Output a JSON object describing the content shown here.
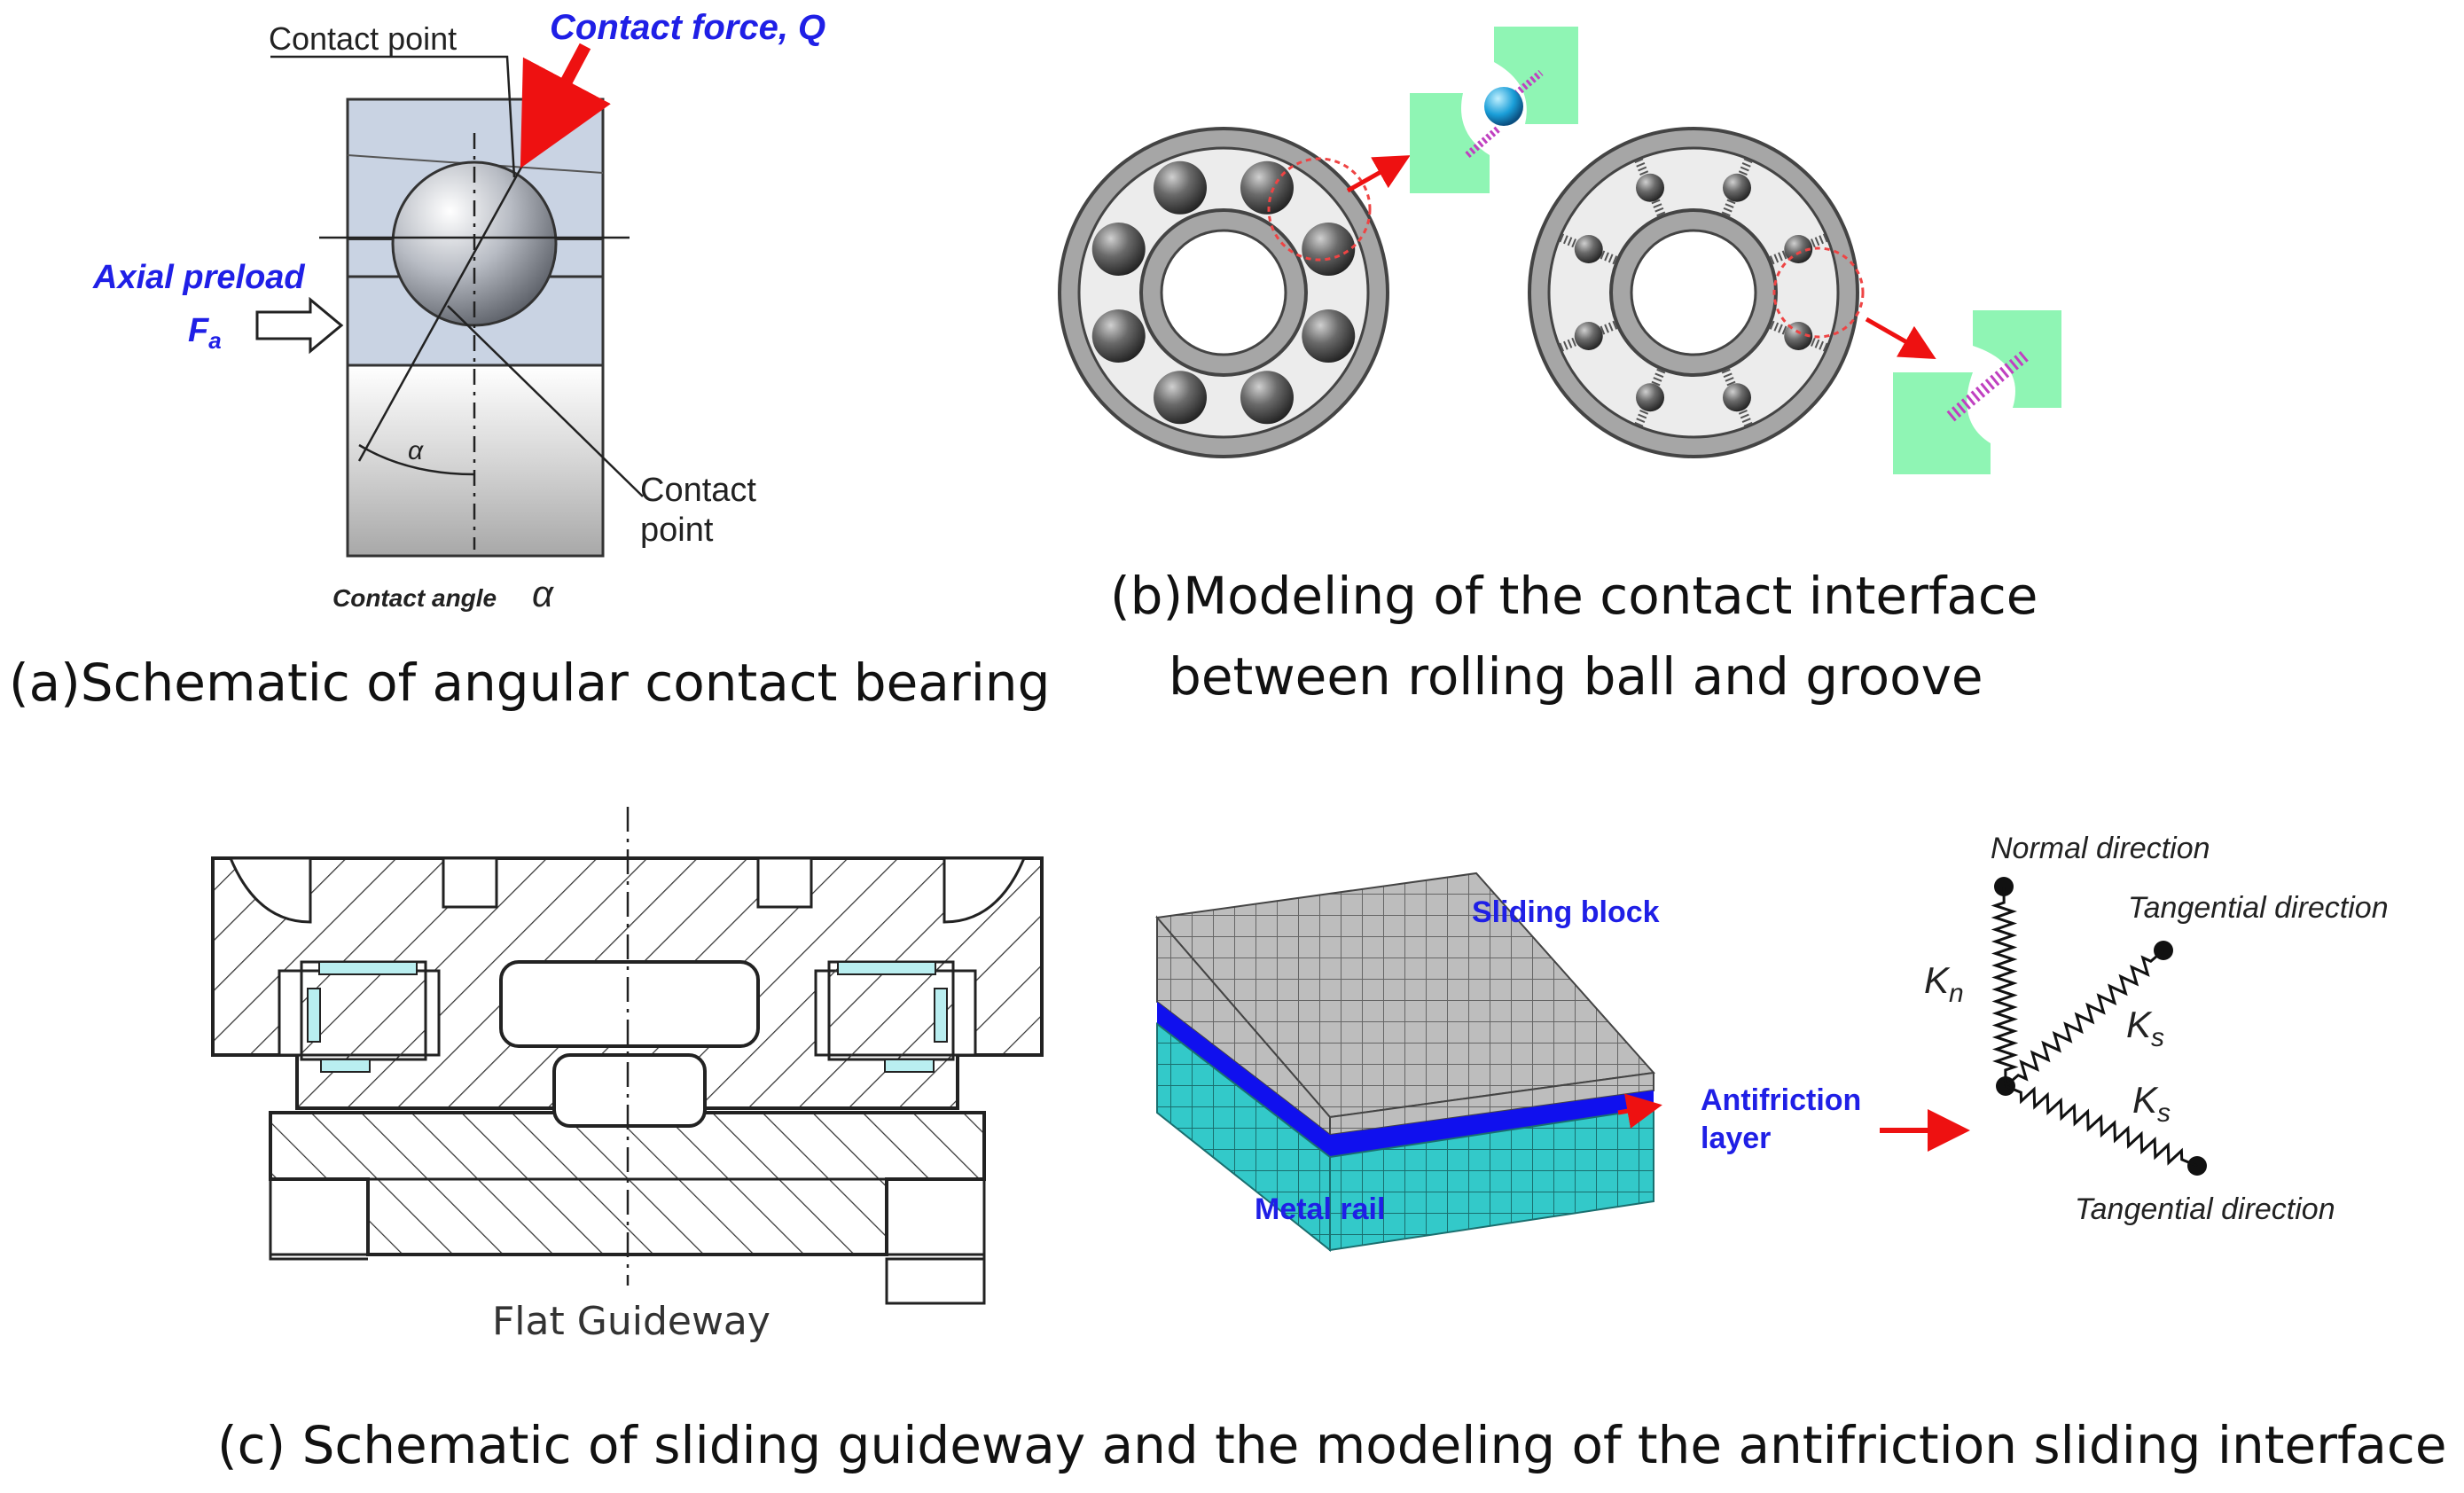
{
  "panel_a": {
    "contact_point_top": "Contact point",
    "contact_force": "Contact force, Q",
    "axial_preload_line1": "Axial preload",
    "axial_preload_symbol": "F",
    "axial_preload_subscript": "a",
    "alpha_symbol": "α",
    "contact_point_bottom_line1": "Contact",
    "contact_point_bottom_line2": "point",
    "contact_angle_label": "Contact angle",
    "contact_angle_symbol": "α",
    "caption": "(a)Schematic of angular contact bearing"
  },
  "panel_b": {
    "caption_line1": "(b)Modeling of the contact interface",
    "caption_line2": "between rolling ball and groove"
  },
  "panel_c": {
    "guideway_label": "Flat Guideway",
    "sliding_block": "Sliding block",
    "antifriction_line1": "Antifriction",
    "antifriction_line2": "layer",
    "metal_rail": "Metal rail",
    "normal_direction": "Normal direction",
    "tangential_direction_top": "Tangential direction",
    "tangential_direction_bottom": "Tangential direction",
    "kn_symbol": "K",
    "kn_subscript": "n",
    "ks_symbol_1": "K",
    "ks_subscript_1": "s",
    "ks_symbol_2": "K",
    "ks_subscript_2": "s",
    "caption": "(c) Schematic of sliding guideway and the modeling of the antifriction sliding interface"
  },
  "colors": {
    "label_blue": "#1f1fe6",
    "arrow_red": "#ee1111",
    "groove_green": "#8ff5b4",
    "spring_purple": "#c040c0",
    "bearing_blue": "#c9d3e3",
    "mesh_grey": "#b8b8b8",
    "mesh_cyan": "#33c8c8",
    "layer_blue": "#1010ee"
  }
}
